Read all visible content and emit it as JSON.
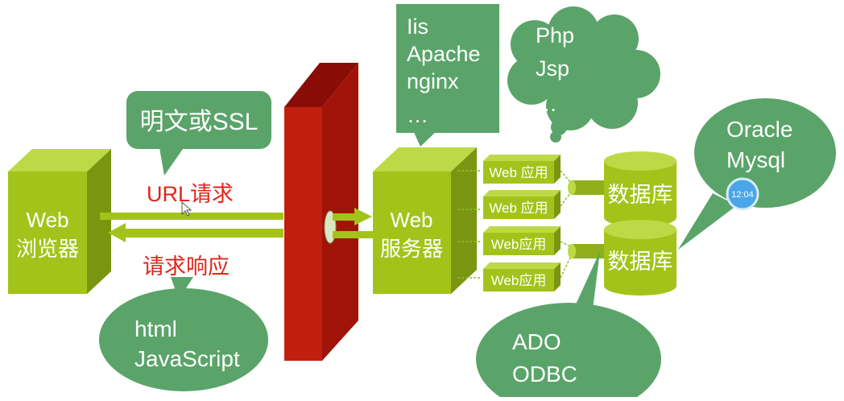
{
  "browser": {
    "line1": "Web",
    "line2": "浏览器"
  },
  "protocol_callout": "明文或SSL",
  "request_label": "URL请求",
  "response_label": "请求响应",
  "client_tech_callout": {
    "line1": "html",
    "line2": "JavaScript"
  },
  "server": {
    "line1": "Web",
    "line2": "服务器"
  },
  "server_software_callout": {
    "line1": "Iis",
    "line2": "Apache",
    "line3": "nginx",
    "line4": "…"
  },
  "lang_cloud": {
    "line1": "Php",
    "line2": "Jsp",
    "line3": "…"
  },
  "apps": [
    "Web 应用",
    "Web 应用",
    "Web应用",
    "Web应用"
  ],
  "databases": [
    "数据库",
    "数据库"
  ],
  "db_products_callout": {
    "line1": "Oracle",
    "line2": "Mysql"
  },
  "db_access_callout": {
    "line1": "ADO",
    "line2": "ODBC"
  },
  "overlay_clock": "12:04",
  "colors": {
    "box_front": "#a4c31a",
    "box_side": "#7a9610",
    "box_top": "#bdd945",
    "callout_green": "#5aa46a",
    "firewall_front": "#c21e10",
    "firewall_side": "#8a0c06",
    "red_text": "#e0261b"
  }
}
